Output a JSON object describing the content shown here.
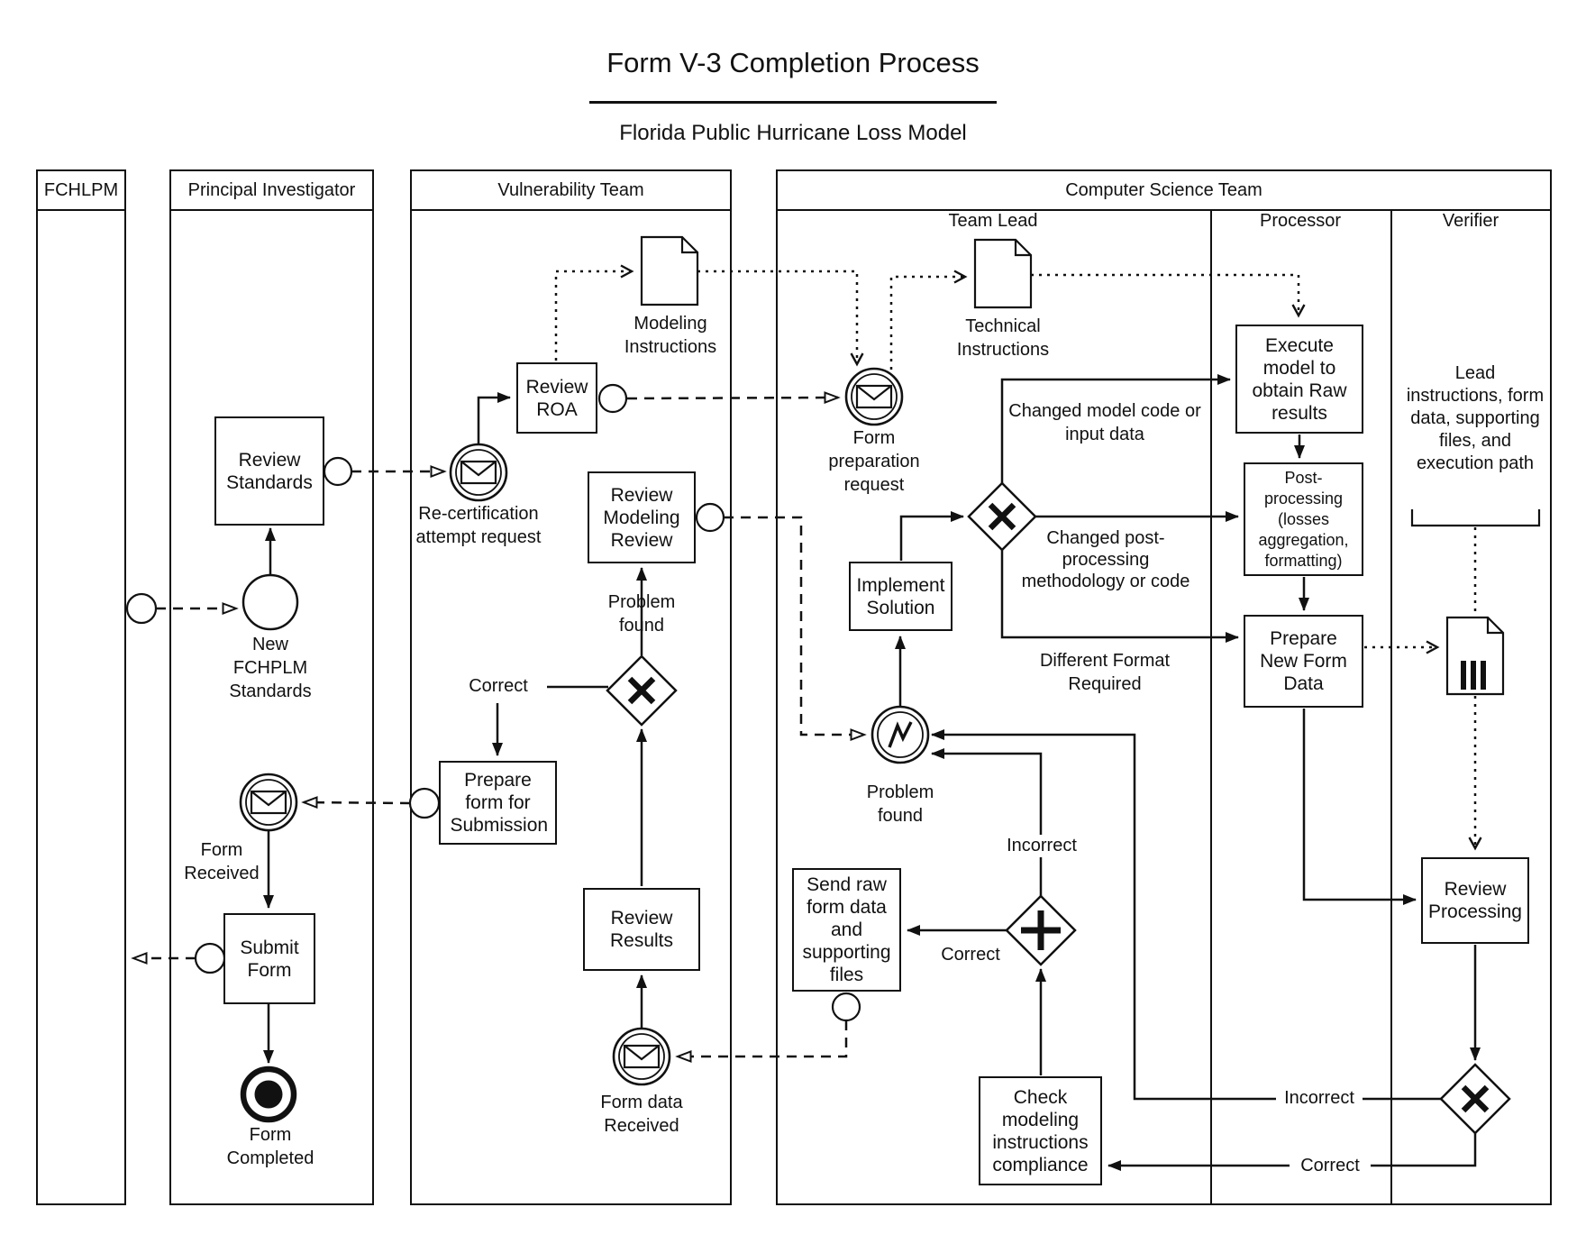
{
  "title": {
    "heading": "Form V-3 Completion Process",
    "subheading": "Florida Public Hurricane Loss Model"
  },
  "lanes": {
    "fchlpm": "FCHLPM",
    "principal_investigator": "Principal Investigator",
    "vulnerability_team": "Vulnerability Team",
    "computer_science_team": "Computer Science Team",
    "team_lead": "Team Lead",
    "processor": "Processor",
    "verifier": "Verifier"
  },
  "tasks": {
    "review_standards": "Review Standards",
    "submit_form": "Submit Form",
    "review_roa": "Review ROA",
    "review_modeling_review": "Review Modeling Review",
    "prepare_form_for_submission": "Prepare form for Submission",
    "review_results": "Review Results",
    "implement_solution": "Implement Solution",
    "send_raw_form_data": "Send raw form data and supporting files",
    "check_modeling_instructions": "Check modeling instructions compliance",
    "execute_model": "Execute model to obtain Raw results",
    "post_processing": "Post-processing (losses aggregation, formatting)",
    "prepare_new_form_data": "Prepare New Form Data",
    "review_processing": "Review Processing"
  },
  "events": {
    "new_fchplm_standards": "New FCHPLM Standards",
    "form_received": "Form Received",
    "form_completed": "Form Completed",
    "re_certification_attempt_request": "Re-certification attempt request",
    "form_data_received": "Form data Received",
    "form_preparation_request": "Form preparation request",
    "problem_found": "Problem found"
  },
  "documents": {
    "modeling_instructions": "Modeling Instructions",
    "technical_instructions": "Technical Instructions"
  },
  "flow_labels": {
    "problem_found": "Problem found",
    "correct": "Correct",
    "incorrect": "Incorrect",
    "changed_model_code": "Changed model code or input data",
    "changed_post_processing": "Changed post-processing methodology or code",
    "different_format_required": "Different Format Required"
  },
  "annotation": {
    "verifier_note": "Lead instructions, form data, supporting files, and execution path"
  }
}
